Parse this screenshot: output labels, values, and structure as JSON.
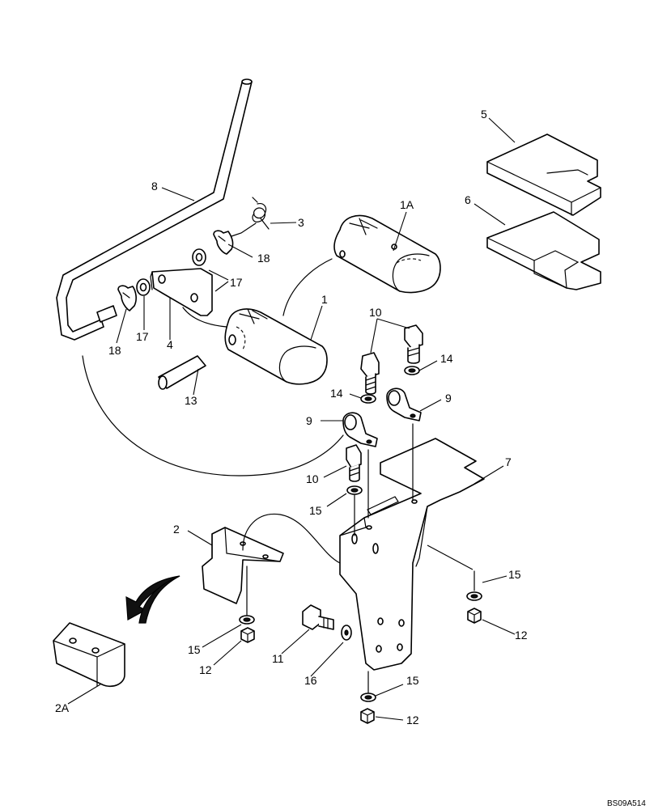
{
  "figure": {
    "reference_code": "BS09A514",
    "callouts": {
      "c1": "1",
      "c1A": "1A",
      "c2": "2",
      "c2A": "2A",
      "c3": "3",
      "c4": "4",
      "c5": "5",
      "c6": "6",
      "c7": "7",
      "c8": "8",
      "c9": "9",
      "c10": "10",
      "c11": "11",
      "c12": "12",
      "c13": "13",
      "c14": "14",
      "c15": "15",
      "c16": "16",
      "c17": "17",
      "c18": "18"
    }
  }
}
